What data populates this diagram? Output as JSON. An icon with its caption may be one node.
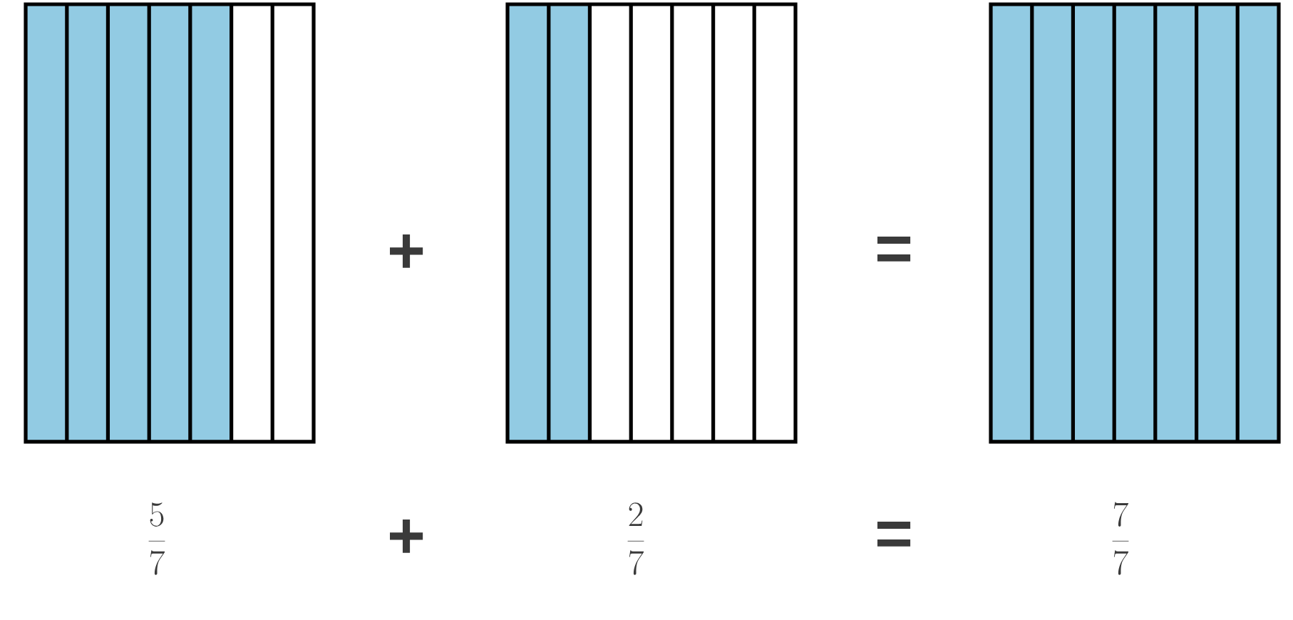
{
  "diagram": {
    "labels": [
      "+",
      "=",
      "\\frac{5}{7}",
      "+",
      "\\frac{2}{7}",
      "=",
      "\\frac{7}{7}"
    ]
  }
}
